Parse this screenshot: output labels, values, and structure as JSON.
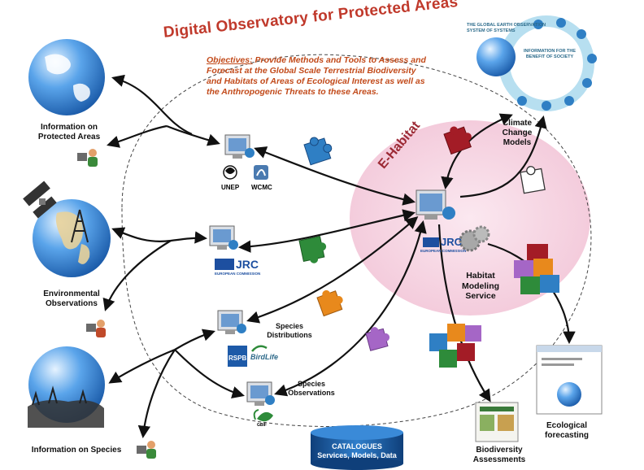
{
  "title": "Digital Observatory for Protected Areas",
  "objectives": {
    "label": "Objectives:",
    "text": " Provide Methods and Tools to Assess and Forecast at the Global Scale Terrestrial Biodiversity and Habitats of Areas of Ecological Interest as well as the Anthropogenic Threats to these Areas."
  },
  "ehabitat_label": "E-Habitat",
  "labels": {
    "protected_areas": "Information on Protected Areas",
    "environmental_observations": "Environmental Observations",
    "information_on_species": "Information on Species",
    "climate_change_models": "Climate Change Models",
    "habitat_modeling_service": "Habitat Modeling Service",
    "species_distributions": "Species Distributions",
    "species_observations": "Species Observations",
    "biodiversity_assessments": "Biodiversity Assessments",
    "ecological_forecasting": "Ecological forecasting"
  },
  "logos": {
    "unep": "UNEP",
    "wcmc": "WCMC",
    "jrc": "JRC",
    "european_commission": "EUROPEAN COMMISSION",
    "rspb": "RSPB",
    "birdlife": "BirdLife",
    "gbif": "GBIF"
  },
  "geoss": {
    "top": "THE GLOBAL EARTH OBSERVATION SYSTEM OF SYSTEMS",
    "center": "INFORMATION FOR THE BENEFIT OF SOCIETY"
  },
  "catalogues": {
    "title": "CATALOGUES",
    "subtitle": "Services, Models, Data"
  },
  "colors": {
    "title_red": "#c0392b",
    "ehabitat_bg": "#f6d6e4",
    "globe_blue": "#3a8ad8",
    "puzzle_blue": "#2f7fc4",
    "puzzle_red": "#a31c26",
    "puzzle_green": "#2e8b3a",
    "puzzle_orange": "#e8891c",
    "puzzle_purple": "#a566c6",
    "catalogue_blue": "#1d5fa8"
  }
}
